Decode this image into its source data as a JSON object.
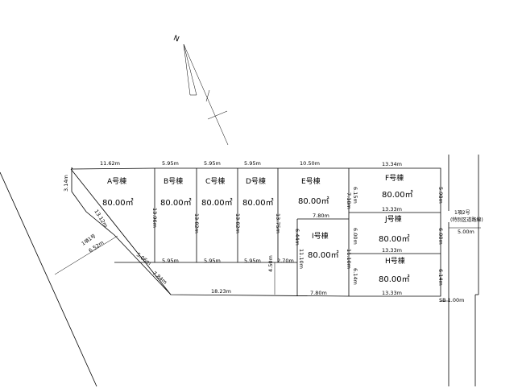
{
  "north": {
    "label": "N"
  },
  "lots": [
    {
      "name": "A号棟",
      "area": "80.00㎡"
    },
    {
      "name": "B号棟",
      "area": "80.00㎡"
    },
    {
      "name": "C号棟",
      "area": "80.00㎡"
    },
    {
      "name": "D号棟",
      "area": "80.00㎡"
    },
    {
      "name": "E号棟",
      "area": "80.00㎡"
    },
    {
      "name": "F号棟",
      "area": "80.00㎡"
    },
    {
      "name": "J号棟",
      "area": "80.00㎡"
    },
    {
      "name": "I号棟",
      "area": "80.00㎡"
    },
    {
      "name": "H号棟",
      "area": "80.00㎡"
    }
  ],
  "dimensions": {
    "top_a": "11.62m",
    "top_b": "5.95m",
    "top_c": "5.95m",
    "top_d": "5.95m",
    "top_e": "10.50m",
    "top_f": "13.34m",
    "a_left": "3.14m",
    "a_diag": "13.12m",
    "a_bottom": "5.06m",
    "b_bottom": "5.95m",
    "c_bottom": "5.95m",
    "d_bottom": "5.95m",
    "e_bottom": "2.70m",
    "ab_side": "13.96m",
    "bc_side": "13.82m",
    "cd_side": "13.82m",
    "de_side": "13.75m",
    "e_left_low": "6.44m",
    "e_mid": "7.80m",
    "e_right": "7.18m",
    "f_left": "6.15m",
    "f_bottom": "13.33m",
    "f_right": "5.98m",
    "j_left": "6.00m",
    "j_bottom": "13.33m",
    "j_right": "6.00m",
    "i_left": "11.10m",
    "i_right": "11.10m",
    "i_bottom": "7.80m",
    "h_left": "6.14m",
    "h_bottom": "13.33m",
    "h_right": "6.14m",
    "road_diag": "7.84m",
    "road_bottom": "18.23m",
    "road_width": "4.50m",
    "road1_width": "6.52m",
    "road2_width": "5.00m",
    "sb": "SB 1.00m"
  },
  "roads": {
    "road1": "1項1号",
    "road2": "1項2号",
    "road2_note": "(特別区道路線)"
  }
}
